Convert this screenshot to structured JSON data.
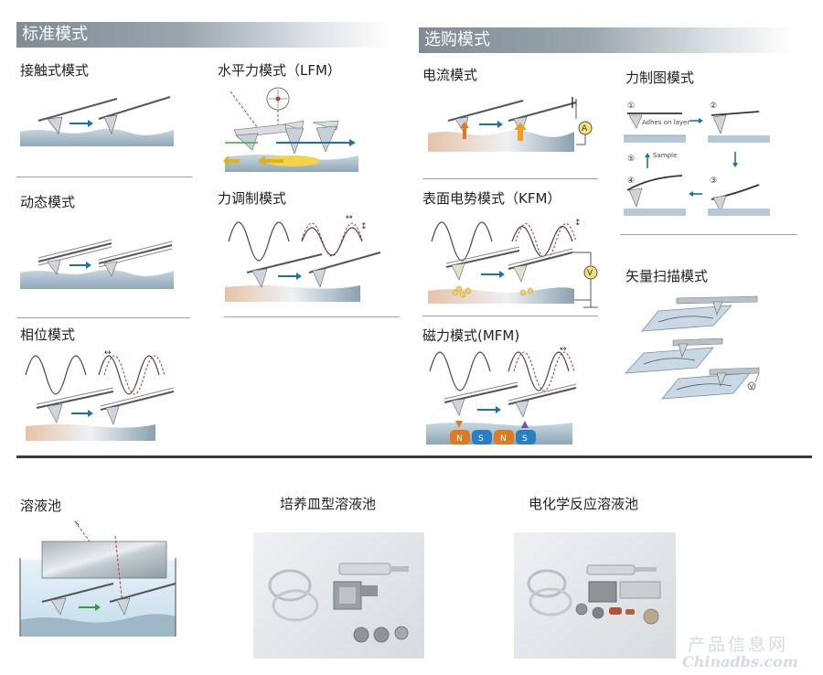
{
  "headers": {
    "standard": "标准模式",
    "optional": "选购模式"
  },
  "modes": {
    "contact": "接触式模式",
    "lfm": "水平力模式（LFM）",
    "dynamic": "动态模式",
    "force_modulation": "力调制模式",
    "phase": "相位模式",
    "current": "电流模式",
    "force_mapping": "力制图模式",
    "kfm": "表面电势模式（KFM）",
    "mfm": "磁力模式(MFM)",
    "vector_scan": "矢量扫描模式"
  },
  "force_map": {
    "steps": [
      "①",
      "②",
      "③",
      "④",
      "⑤"
    ],
    "adhesion_label": "Adhes on layer",
    "sample_label": "Sample"
  },
  "meters": {
    "current": "A",
    "kfm": "V",
    "vector": "V"
  },
  "magnets": [
    "N",
    "S",
    "N",
    "S"
  ],
  "liquid": {
    "cell": "溶液池",
    "dish_cell": "培养皿型溶液池",
    "electrochem_cell": "电化学反应溶液池"
  },
  "watermark": {
    "cn": "产品信息网",
    "en": "Chinadbs.com"
  },
  "colors": {
    "header_bar": "#8e9aa3",
    "arrow": "#1d6fb0",
    "sample": "#b6c9d6",
    "dotted_signal": "#c0392b"
  }
}
